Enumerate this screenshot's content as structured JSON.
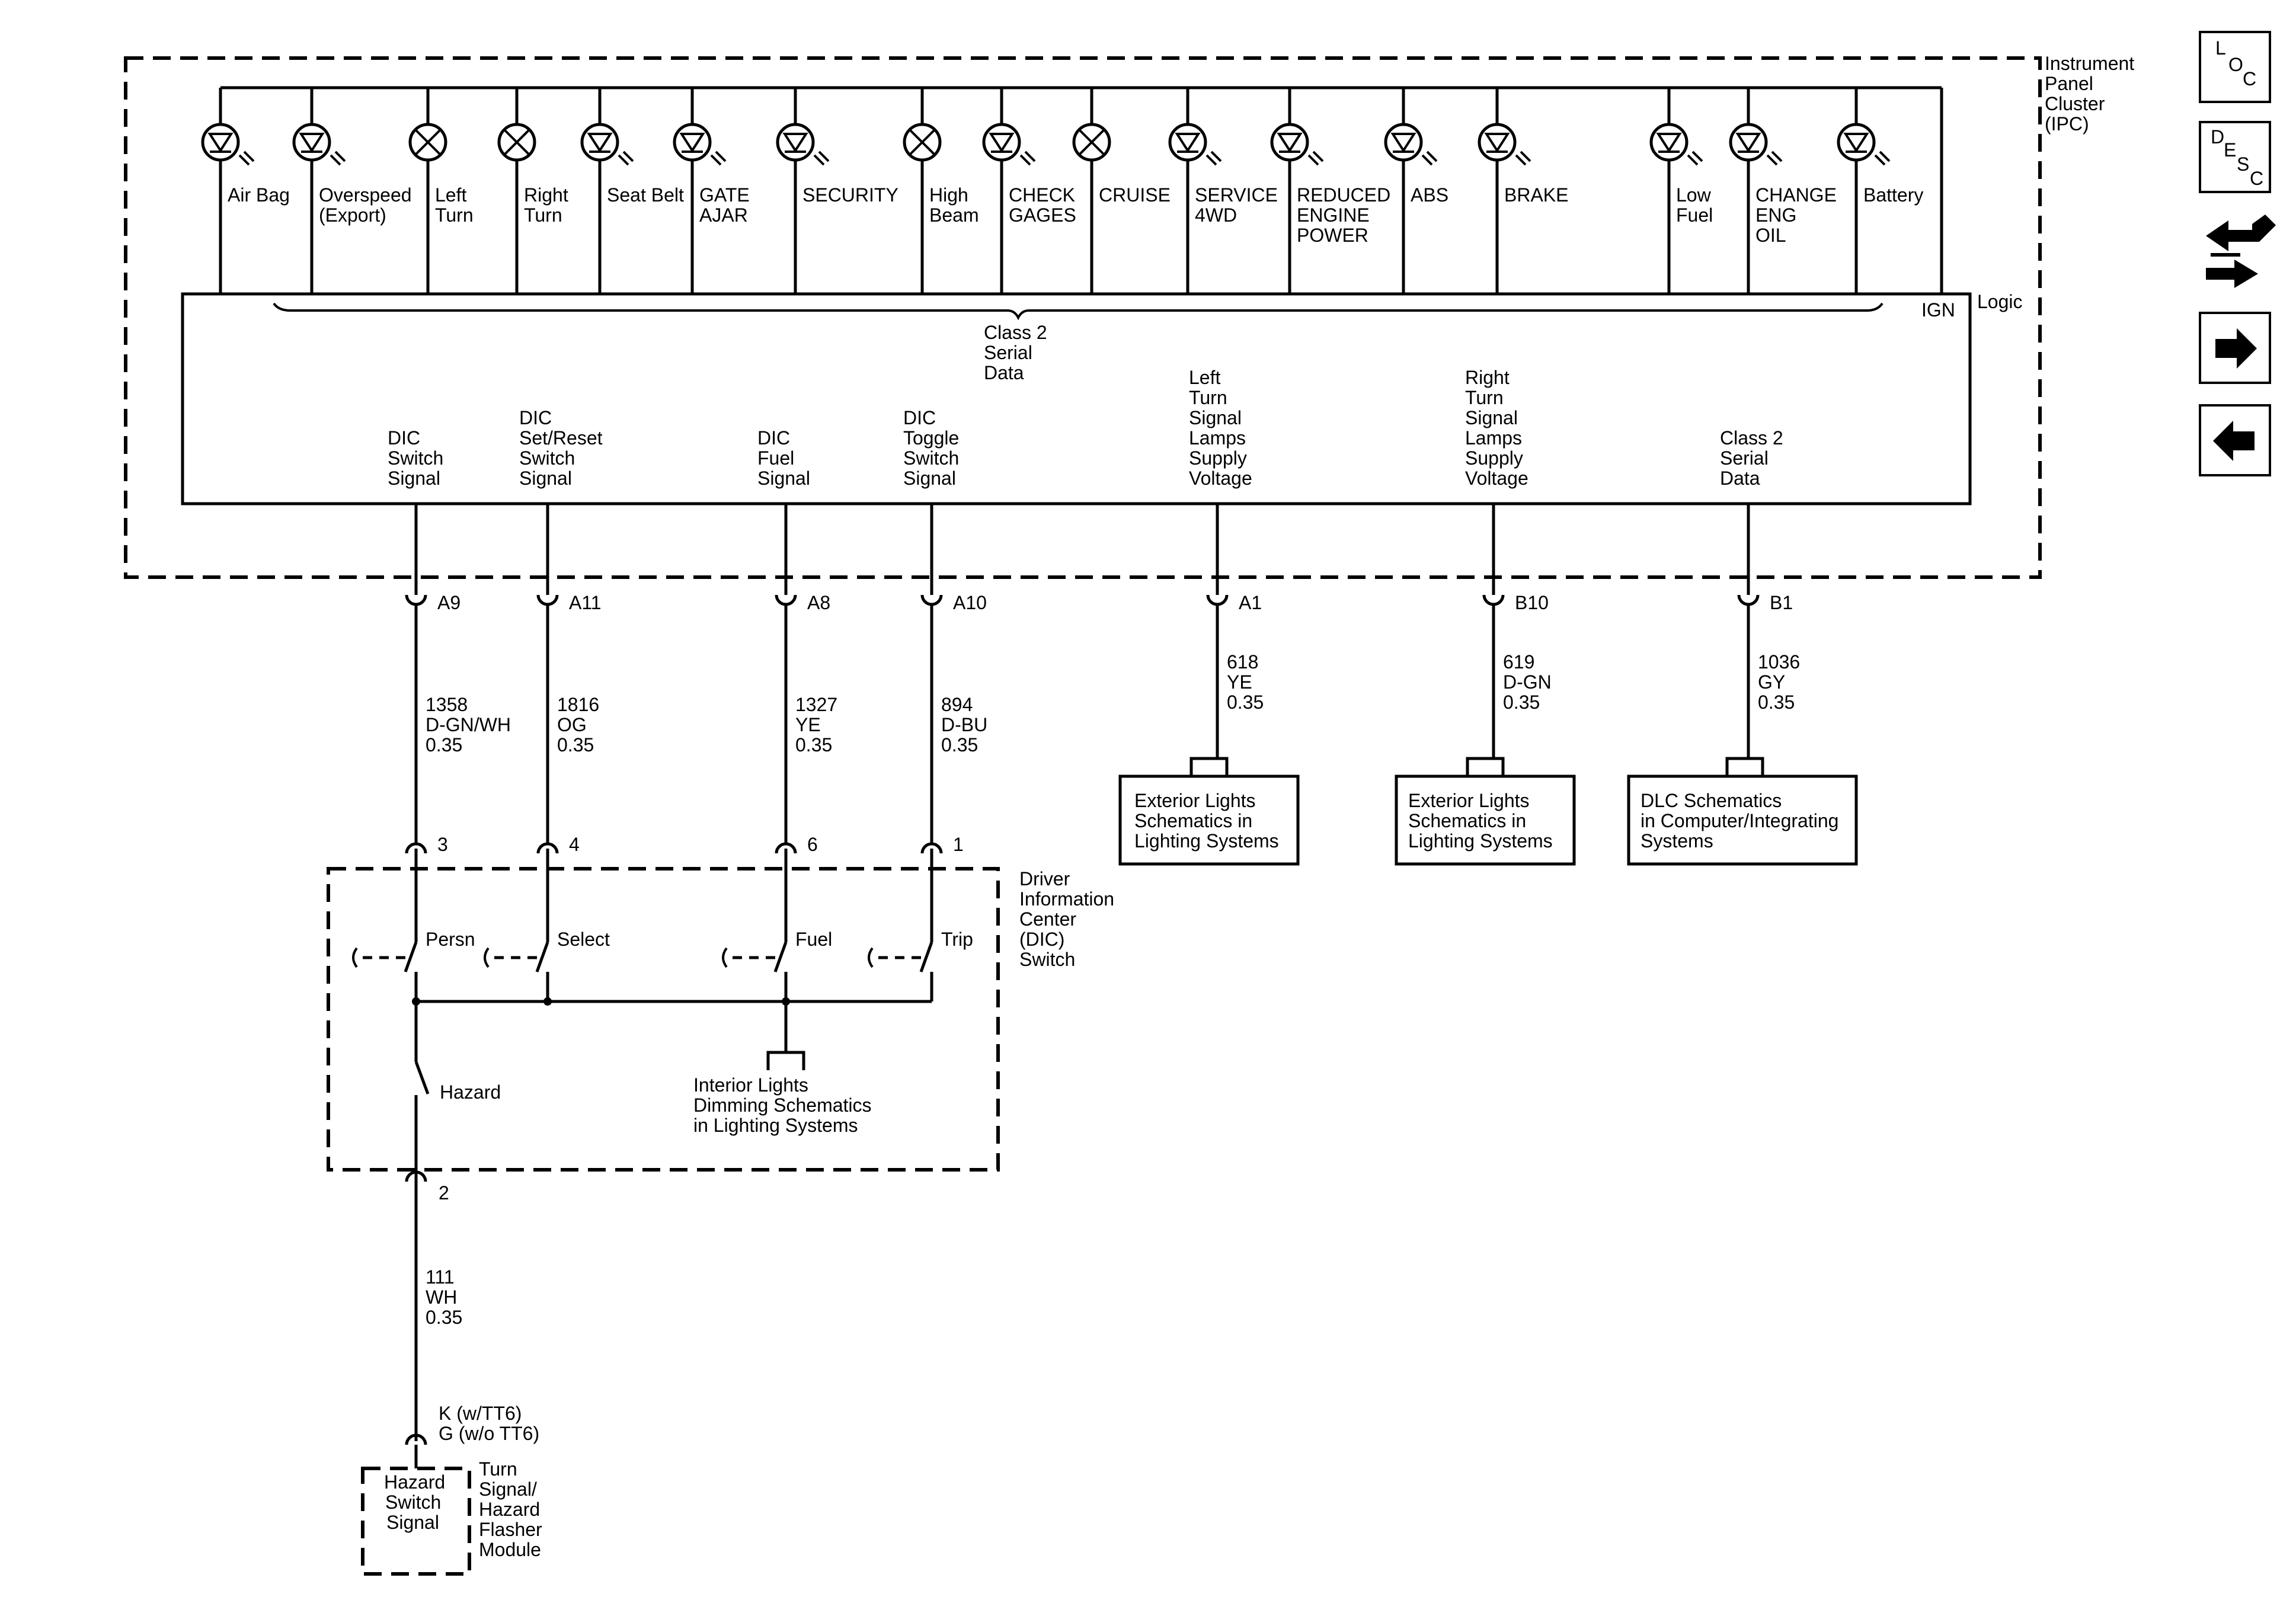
{
  "ipc": {
    "title": [
      "Instrument",
      "Panel",
      "Cluster",
      "(IPC)"
    ],
    "logic_label": "Logic",
    "ign_label": "IGN",
    "serial_label": [
      "Class 2",
      "Serial",
      "Data"
    ],
    "indicators": [
      {
        "kind": "led",
        "label": [
          "Air Bag"
        ]
      },
      {
        "kind": "led",
        "label": [
          "Overspeed",
          "(Export)"
        ]
      },
      {
        "kind": "bulb",
        "label": [
          "Left",
          "Turn"
        ]
      },
      {
        "kind": "bulb",
        "label": [
          "Right",
          "Turn"
        ]
      },
      {
        "kind": "led",
        "label": [
          "Seat Belt"
        ]
      },
      {
        "kind": "led",
        "label": [
          "GATE",
          "AJAR"
        ]
      },
      {
        "kind": "led",
        "label": [
          "SECURITY"
        ]
      },
      {
        "kind": "bulb",
        "label": [
          "High",
          "Beam"
        ]
      },
      {
        "kind": "led",
        "label": [
          "CHECK",
          "GAGES"
        ]
      },
      {
        "kind": "bulb",
        "label": [
          "CRUISE"
        ]
      },
      {
        "kind": "led",
        "label": [
          "SERVICE",
          "4WD"
        ]
      },
      {
        "kind": "led",
        "label": [
          "REDUCED",
          "ENGINE",
          "POWER"
        ]
      },
      {
        "kind": "led",
        "label": [
          "ABS"
        ]
      },
      {
        "kind": "led",
        "label": [
          "BRAKE"
        ]
      },
      {
        "kind": "led",
        "label": [
          "Low",
          "Fuel"
        ]
      },
      {
        "kind": "led",
        "label": [
          "CHANGE",
          "ENG",
          "OIL"
        ]
      },
      {
        "kind": "led",
        "label": [
          "Battery"
        ]
      }
    ],
    "signals": [
      {
        "label": [
          "DIC",
          "Switch",
          "Signal"
        ],
        "pin": "A9",
        "wire": [
          "1358",
          "D-GN/WH",
          "0.35"
        ]
      },
      {
        "label": [
          "DIC",
          "Set/Reset",
          "Switch",
          "Signal"
        ],
        "pin": "A11",
        "wire": [
          "1816",
          "OG",
          "0.35"
        ]
      },
      {
        "label": [
          "DIC",
          "Fuel",
          "Signal"
        ],
        "pin": "A8",
        "wire": [
          "1327",
          "YE",
          "0.35"
        ]
      },
      {
        "label": [
          "DIC",
          "Toggle",
          "Switch",
          "Signal"
        ],
        "pin": "A10",
        "wire": [
          "894",
          "D-BU",
          "0.35"
        ]
      },
      {
        "label": [
          "Left",
          "Turn",
          "Signal",
          "Lamps",
          "Supply",
          "Voltage"
        ],
        "pin": "A1",
        "wire": [
          "618",
          "YE",
          "0.35"
        ]
      },
      {
        "label": [
          "Right",
          "Turn",
          "Signal",
          "Lamps",
          "Supply",
          "Voltage"
        ],
        "pin": "B10",
        "wire": [
          "619",
          "D-GN",
          "0.35"
        ]
      },
      {
        "label": [
          "Class 2",
          "Serial",
          "Data"
        ],
        "pin": "B1",
        "wire": [
          "1036",
          "GY",
          "0.35"
        ]
      }
    ]
  },
  "references": [
    {
      "label": [
        "Exterior Lights",
        "Schematics in",
        "Lighting Systems"
      ]
    },
    {
      "label": [
        "Exterior Lights",
        "Schematics in",
        "Lighting Systems"
      ]
    },
    {
      "label": [
        "DLC Schematics",
        "in Computer/Integrating",
        "Systems"
      ]
    }
  ],
  "dic": {
    "title": [
      "Driver",
      "Information",
      "Center",
      "(DIC)",
      "Switch"
    ],
    "pins": [
      "3",
      "4",
      "6",
      "1"
    ],
    "switches": [
      "Persn",
      "Select",
      "Fuel",
      "Trip"
    ],
    "hazard": "Hazard",
    "dimming": [
      "Interior Lights",
      "Dimming Schematics",
      "in Lighting Systems"
    ],
    "out_pin": "2",
    "out_wire": [
      "111",
      "WH",
      "0.35"
    ]
  },
  "flasher": {
    "pins": [
      "K (w/TT6)",
      "G (w/o TT6)"
    ],
    "box": [
      "Hazard",
      "Switch",
      "Signal"
    ],
    "title": [
      "Turn",
      "Signal/",
      "Hazard",
      "Flasher",
      "Module"
    ]
  },
  "nav": {
    "loc": {
      "a": "L",
      "b": "O",
      "c": "C"
    },
    "desc": {
      "a": "D",
      "b": "E",
      "c": "S",
      "d": "C"
    },
    "connector_icon": "connector-end-view-icon",
    "next_icon": "right-arrow-icon",
    "prev_icon": "left-arrow-icon"
  }
}
